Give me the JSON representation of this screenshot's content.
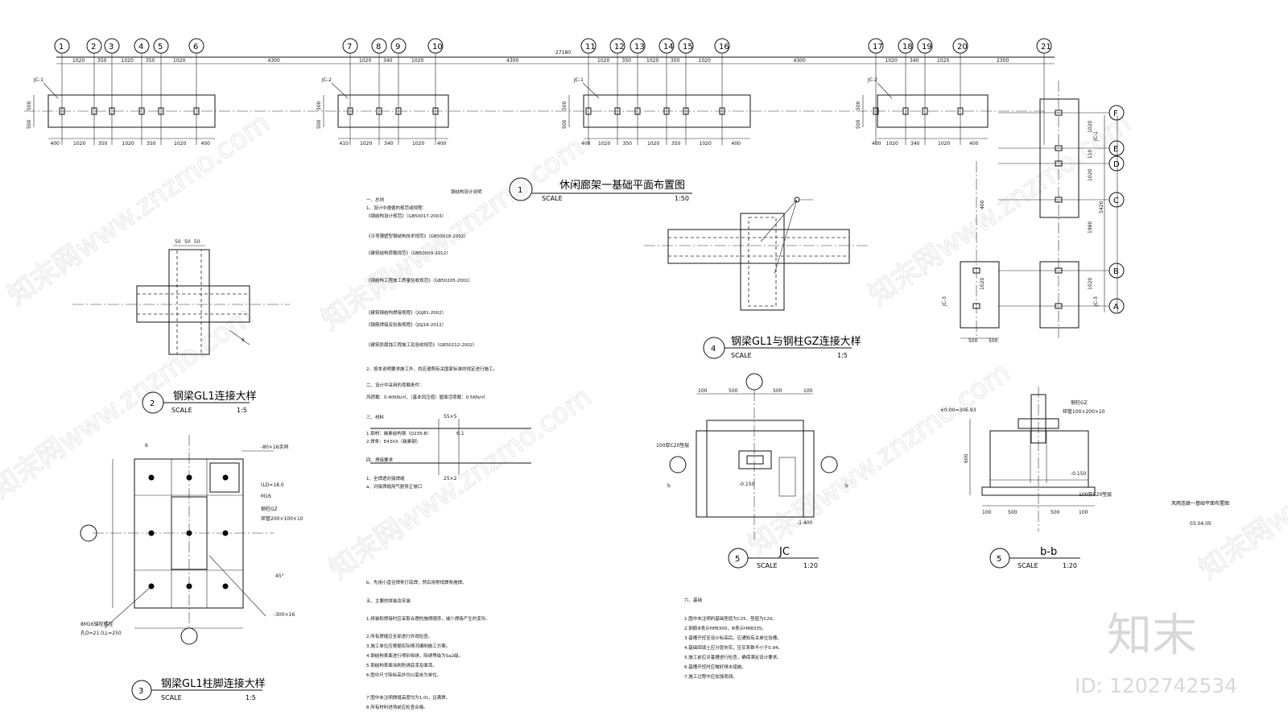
{
  "axes_top": [
    "1",
    "2",
    "3",
    "4",
    "5",
    "6",
    "7",
    "8",
    "9",
    "10",
    "11",
    "12",
    "13",
    "14",
    "15",
    "16",
    "17",
    "18",
    "19",
    "20",
    "21"
  ],
  "axes_right": [
    "F",
    "E",
    "D",
    "C",
    "B",
    "A"
  ],
  "overall_dim": "27180",
  "top_dims": [
    "1020",
    "350",
    "1020",
    "350",
    "1020",
    "4300",
    "1020",
    "340",
    "1020",
    "4300",
    "1020",
    "350",
    "1020",
    "350",
    "1020",
    "4300",
    "1020",
    "340",
    "1020",
    "2300"
  ],
  "bottom_dims_a": [
    "400",
    "1020",
    "350",
    "1020",
    "350",
    "1020",
    "400"
  ],
  "bottom_dims_b": [
    "410",
    "1020",
    "340",
    "1020",
    "400"
  ],
  "bottom_dims_c": [
    "400",
    "1020",
    "350",
    "1020",
    "350",
    "1020",
    "400"
  ],
  "bottom_dims_d": [
    "400",
    "1020",
    "340",
    "1020",
    "400"
  ],
  "jc_labels": [
    "JC-1",
    "JC-2",
    "JC-1",
    "JC-2",
    "JC-1",
    "JC-3",
    "JC-3"
  ],
  "side_dims": [
    "500",
    "500"
  ],
  "right_plan_dims": [
    "1020",
    "110",
    "1020",
    "1980",
    "1020",
    "5420",
    "400",
    "1020",
    "500",
    "500"
  ],
  "titles": {
    "t1": {
      "num": "1",
      "title": "休闲廊架一基础平面布置图",
      "scale_label": "SCALE",
      "scale": "1:50"
    },
    "t2": {
      "num": "2",
      "title": "钢梁GL1连接大样",
      "scale_label": "SCALE",
      "scale": "1:5"
    },
    "t3": {
      "num": "3",
      "title": "钢梁GL1柱脚连接大样",
      "scale_label": "SCALE",
      "scale": "1:5"
    },
    "t4": {
      "num": "4",
      "title": "钢梁GL1与钢柱GZ连接大样",
      "scale_label": "SCALE",
      "scale": "1:5"
    },
    "t5a": {
      "num": "5",
      "title": "JC",
      "scale_label": "SCALE",
      "scale": "1:20"
    },
    "t5b": {
      "num": "5",
      "title": "b-b",
      "scale_label": "SCALE",
      "scale": "1:20"
    }
  },
  "notes_title": "钢结构设计说明",
  "notes_left": [
    "一、总则",
    "1、设计中遵循的规范或规程：",
    "《钢结构设计规范》（GB50017-2003）",
    "《冷弯薄壁型钢结构技术规范》（GB50018-2002）",
    "《建筑结构荷载规范》（GB50009-2012）",
    "《钢结构工程施工质量验收规范》（GB50205-2001）",
    "《建筑钢结构焊接规程》（JGJ81-2002）",
    "《钢筋焊接及验收规程》（JGJ18-2012）",
    "《建筑防腐蚀工程施工及验收规范》（GB50212-2002）",
    "2、按本说明要求施工外，尚应遵照有关国家标准的规定进行施工。",
    "二、设计中采用的荷载条件：",
    "风荷载：0.40KN/㎡，（基本风压值）屋面活荷载：0.5KN/㎡",
    "三、材料",
    "1.钢材：碳素结构钢（Q235-B）",
    "2.焊条：E43XX（碳素钢）",
    "四、焊接要求",
    "1、全焊透对接焊缝",
    "a、对接焊缝用气割修正坡口",
    "b、先用小直径焊条打底焊，然后用常规焊条施焊。",
    "五、主要的拼装及安装",
    "1.拼装和焊接时应采取合理的施焊顺序，减少焊接产生的变形。",
    "2.所有焊缝应全部进行外观检查。",
    "3.施工单位应根据实际情况编制施工方案。",
    "4.钢结构表面进行喷砂除锈，除锈等级为Sa2级。",
    "5.钢结构表面涂刷防锈底漆及面漆。",
    "6.图中尺寸除标高外均以毫米为单位。",
    "7.图中未注明焊缝高度均为1.0t，且满焊。",
    "8.所有材料进场前应检查合格。"
  ],
  "notes_right_title": "六、基础",
  "notes_right": [
    "1.图中未注明的基础垫层为C25，垫层为C20。",
    "2.钢筋Φ表示HPB300，Φ表示HRB335。",
    "3.基槽开挖至设计标高后，应通知有关单位验槽。",
    "4.基础回填土应分层夯实，压实系数不小于0.94。",
    "5.施工前应对基槽进行检查，确保满足设计要求。",
    "6.基槽开挖时应做好排水措施。",
    "7.施工过程中应加强观测。"
  ],
  "side_labels": {
    "plate1": "-80×16余同",
    "plate2": "-300×16",
    "anchor": "8M16锚栓螺栓",
    "hole": "孔D=21.0,L=250",
    "col": "钢柱GZ",
    "tube": "矩管200×100×10",
    "bolt": "M16",
    "dia": "(LD=18.0",
    "angle": "45°",
    "pad": "100厚C20垫层",
    "elev1": "±0.00=306.93",
    "elev2": "-1.400",
    "elev3": "-0.150",
    "side_b": "b",
    "weld1": "55×5",
    "weld2": "25×2",
    "weld3": "6",
    "col_label": "钢柱GZ",
    "tube2": "矩管100×200×10",
    "pad2": "100厚C20垫层",
    "titleblock": "风雨连廊一基础平面布置图",
    "titleblock_date": "03.04.05"
  },
  "watermark": {
    "text": "知末网www.znzmo.com",
    "logo": "知末",
    "id": "ID: 1202742534"
  }
}
